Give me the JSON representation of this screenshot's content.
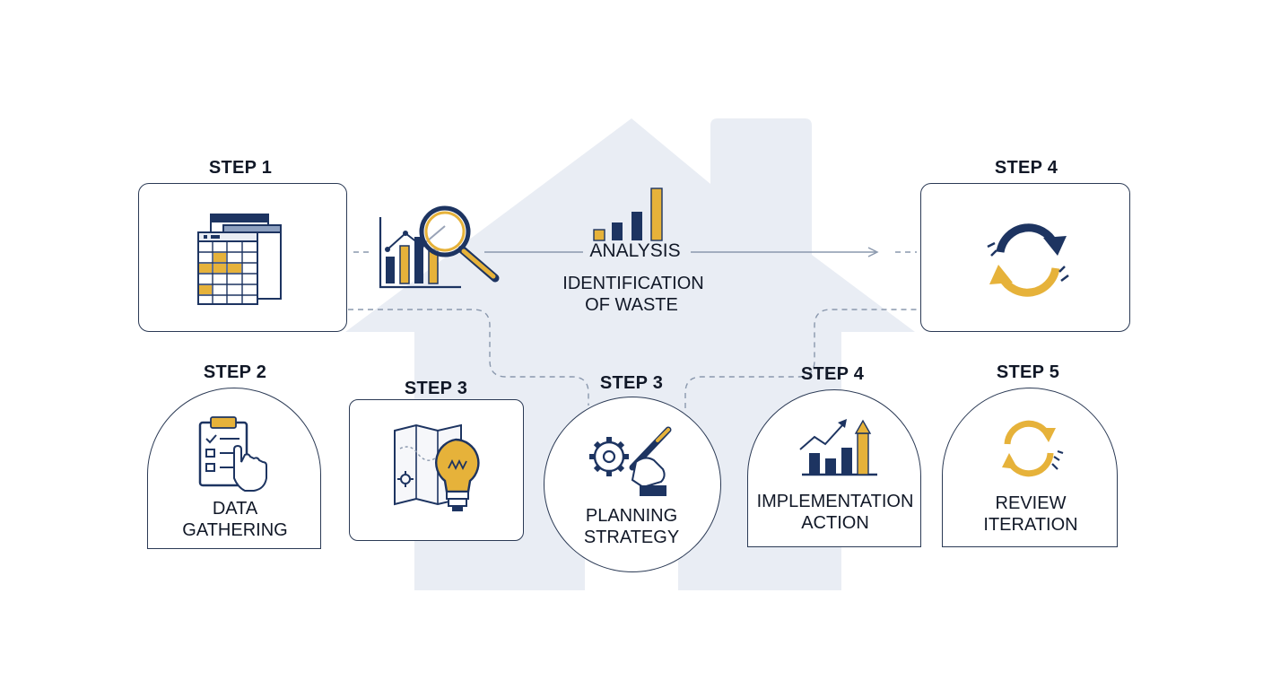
{
  "colors": {
    "navy": "#1d3461",
    "gold": "#e6b23a",
    "house": "#e9edf4",
    "line": "#8a98ad"
  },
  "steps": {
    "s1": {
      "label": "STEP 1",
      "icon": "spreadsheet-icon"
    },
    "s2": {
      "label": "STEP 2",
      "icon": "clipboard-checklist-icon",
      "caption_1": "DATA",
      "caption_2": "GATHERING"
    },
    "s3a": {
      "label": "STEP 3",
      "icon": "map-lightbulb-icon"
    },
    "s3b": {
      "label": "STEP 3",
      "icon": "gear-pen-hand-icon",
      "caption_1": "PLANNING",
      "caption_2": "STRATEGY"
    },
    "s4a": {
      "label": "STEP 4",
      "icon": "refresh-cycle-icon"
    },
    "s4b": {
      "label": "STEP 4",
      "icon": "growth-chart-icon",
      "caption_1": "IMPLEMENTATION",
      "caption_2": "ACTION"
    },
    "s5": {
      "label": "STEP 5",
      "icon": "review-cycle-icon",
      "caption_1": "REVIEW",
      "caption_2": "ITERATION"
    }
  },
  "analysis": {
    "caption_1": "ANALYSIS",
    "caption_2": "IDENTIFICATION",
    "caption_3": "OF WASTE",
    "icons": [
      "magnifier-chart-icon",
      "bar-chart-icon"
    ]
  }
}
